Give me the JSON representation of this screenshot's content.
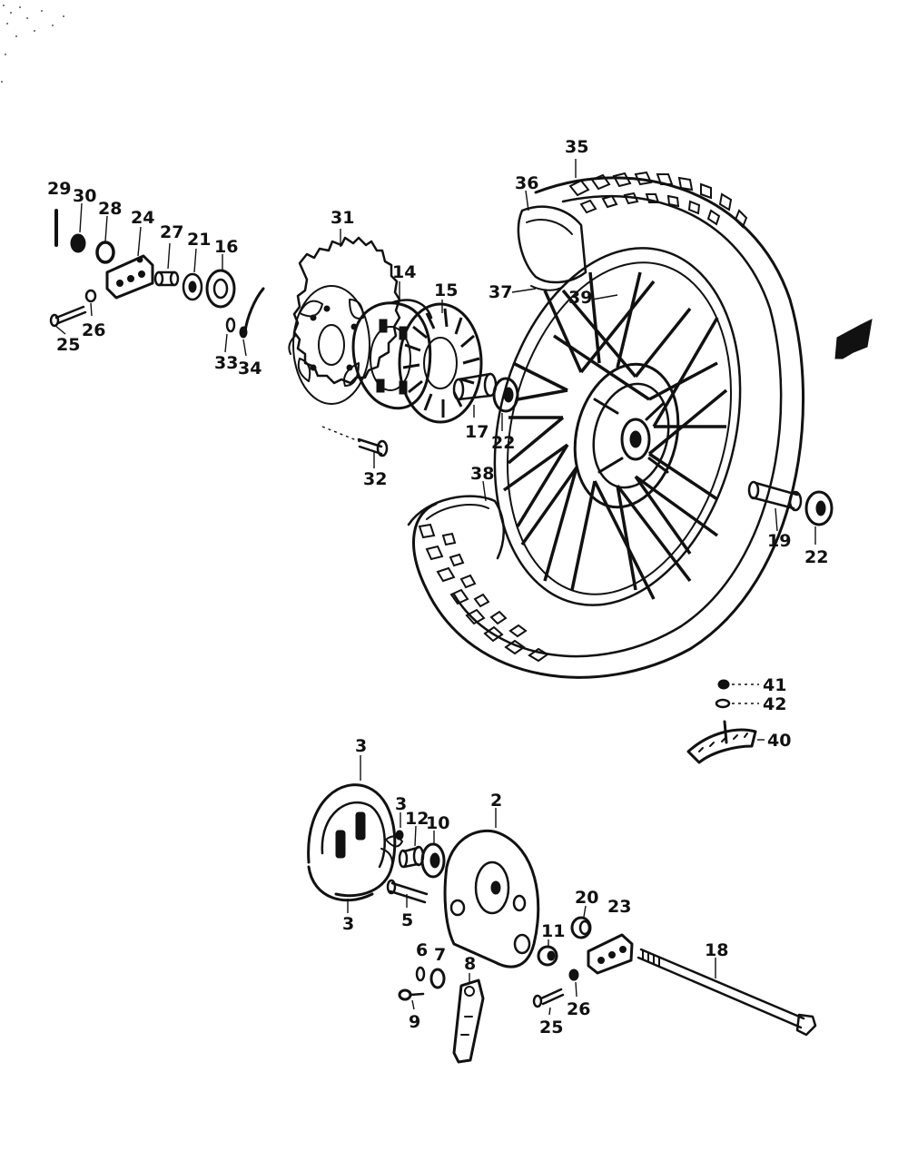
{
  "callouts": {
    "c2": "2",
    "c3a": "3",
    "c3b": "3",
    "c3c": "3",
    "c5": "5",
    "c6": "6",
    "c7": "7",
    "c8": "8",
    "c9": "9",
    "c10": "10",
    "c11": "11",
    "c12": "12",
    "c14": "14",
    "c15": "15",
    "c16": "16",
    "c17": "17",
    "c18": "18",
    "c19": "19",
    "c20": "20",
    "c21": "21",
    "c22a": "22",
    "c22b": "22",
    "c23": "23",
    "c24": "24",
    "c25a": "25",
    "c25b": "25",
    "c26a": "26",
    "c26b": "26",
    "c27": "27",
    "c28": "28",
    "c29": "29",
    "c30": "30",
    "c31": "31",
    "c32": "32",
    "c33": "33",
    "c34": "34",
    "c35": "35",
    "c36": "36",
    "c37": "37",
    "c38": "38",
    "c39": "39",
    "c40": "40",
    "c41": "41",
    "c42": "42"
  },
  "colors": {
    "ink": "#111111",
    "paper": "#ffffff"
  },
  "icons": {
    "front_indicator": "arrow-icon"
  }
}
